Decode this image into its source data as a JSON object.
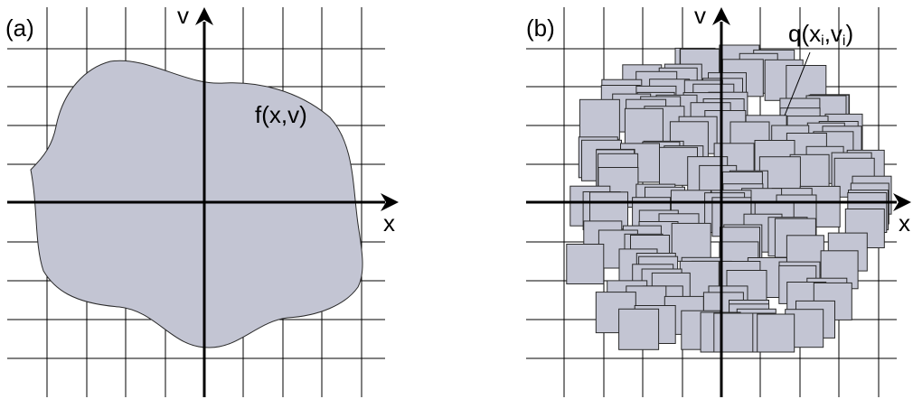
{
  "panels": [
    {
      "id": "a",
      "panel_label": "(a)",
      "x_axis_label": "x",
      "y_axis_label": "v",
      "density_label": "f(x,v)"
    },
    {
      "id": "b",
      "panel_label": "(b)",
      "x_axis_label": "x",
      "y_axis_label": "v",
      "particle_label": {
        "prefix": "q(x",
        "sub1": "i",
        "mid": ",v",
        "sub2": "i",
        "suffix": ")"
      }
    }
  ],
  "colors": {
    "fill": "#c3c5d3",
    "stroke": "#2a2a2a",
    "grid": "#000000"
  }
}
